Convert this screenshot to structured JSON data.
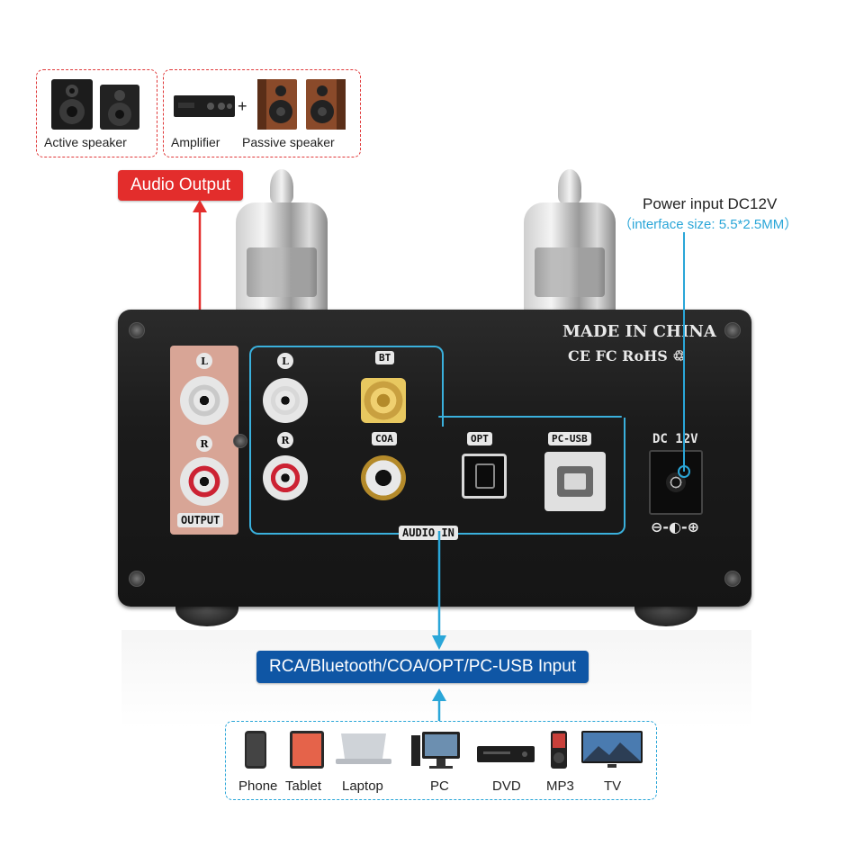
{
  "output_devices": {
    "active_speaker": "Active speaker",
    "amplifier": "Amplifier",
    "plus": "+",
    "passive_speaker": "Passive speaker"
  },
  "audio_output_label": "Audio Output",
  "power": {
    "title": "Power input DC12V",
    "subtitle": "（interface size: 5.5*2.5MM）"
  },
  "panel": {
    "made_in": "MADE IN CHINA",
    "certs": "CE FC RoHS ♲",
    "output_L": "L",
    "output_R": "R",
    "output": "OUTPUT",
    "in_L": "L",
    "in_R": "R",
    "bt": "BT",
    "coa": "COA",
    "opt": "OPT",
    "pc_usb": "PC-USB",
    "audio_in": "AUDIO IN",
    "dc": "DC 12V",
    "polarity": "⊖-◐-⊕"
  },
  "input_label": "RCA/Bluetooth/COA/OPT/PC-USB Input",
  "input_devices": {
    "phone": "Phone",
    "tablet": "Tablet",
    "laptop": "Laptop",
    "pc": "PC",
    "dvd": "DVD",
    "mp3": "MP3",
    "tv": "TV"
  },
  "colors": {
    "red": "#e32d2c",
    "blue": "#0f56a5",
    "cyan": "#2aa6d8"
  }
}
